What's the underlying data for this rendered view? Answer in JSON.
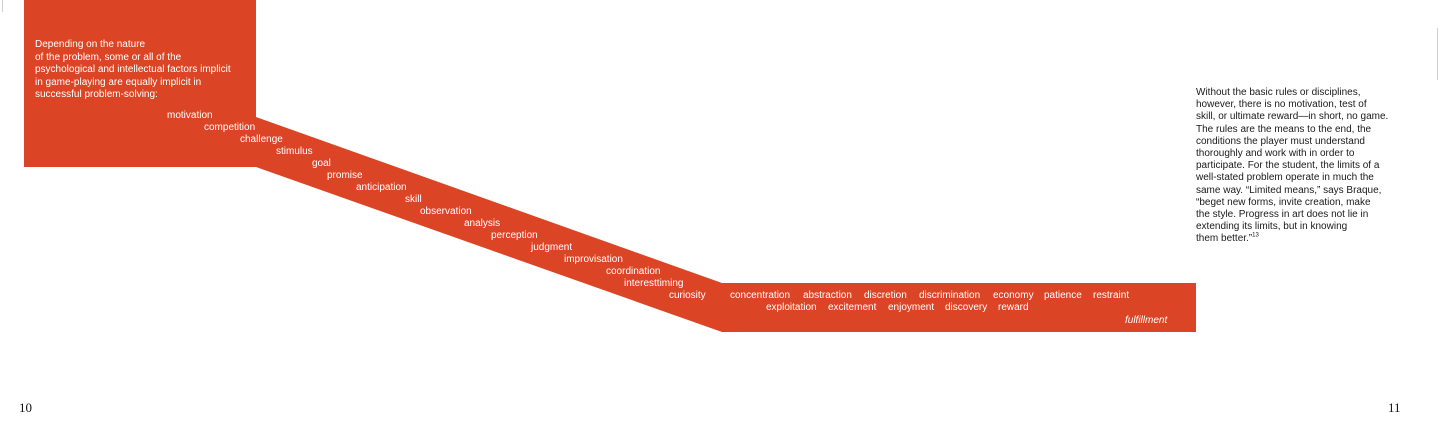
{
  "theme": {
    "accent": "#db4526",
    "text_on_accent": "#ffffff",
    "body_text": "#1a1a1a"
  },
  "intro": {
    "lines": [
      "Depending on the nature",
      "of the problem, some or all of the",
      "psychological and intellectual factors implicit",
      "in game-playing are equally implicit in",
      "successful problem-solving:"
    ]
  },
  "diagonal_terms": [
    "motivation",
    "competition",
    "challenge",
    "stimulus",
    "goal",
    "promise",
    "anticipation",
    "skill",
    "observation",
    "analysis",
    "perception",
    "judgment",
    "improvisation",
    "coordination",
    "interesttiming",
    "curiosity"
  ],
  "row_one_terms": [
    "concentration",
    "abstraction",
    "discretion",
    "discrimination",
    "economy",
    "patience",
    "restraint"
  ],
  "row_two_terms": [
    "exploitation",
    "excitement",
    "enjoyment",
    "discovery",
    "reward"
  ],
  "final_term": "fulfillment",
  "side_text": {
    "lines": [
      "Without the basic rules or disciplines,",
      "however, there is no motivation, test of",
      "skill, or ultimate reward—in short, no game.",
      "The rules are the means to the end, the",
      "conditions the player must understand",
      "thoroughly and work with in order to",
      "participate. For the student, the limits of a",
      "well-stated problem operate in much the",
      "same way. “Limited means,” says Braque,",
      "“beget new forms, invite creation, make",
      "the style. Progress in art does not lie in",
      "extending its limits, but in knowing",
      "them better.”"
    ],
    "footnote": "13"
  },
  "page_numbers": {
    "left": "10",
    "right": "11"
  }
}
